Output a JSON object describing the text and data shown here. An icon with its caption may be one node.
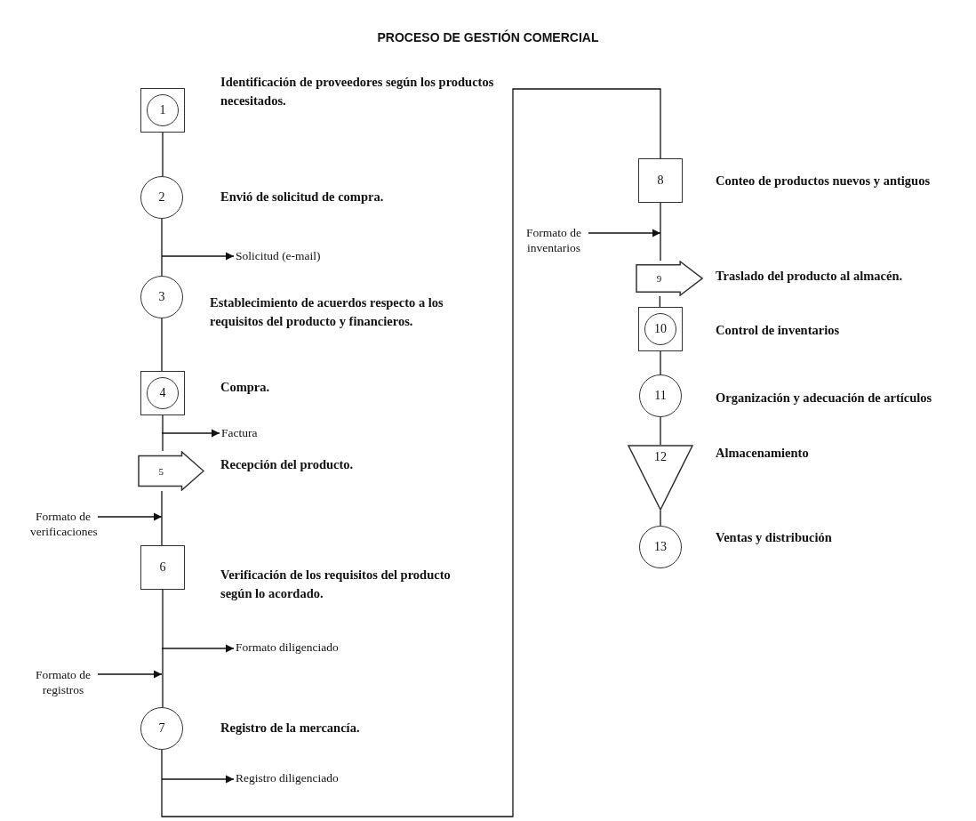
{
  "diagram": {
    "title": "PROCESO DE GESTIÓN COMERCIAL",
    "nodes": [
      {
        "text": [
          "1"
        ],
        "beside": [
          "Identificación de proveedores según los productos necesitados."
        ]
      },
      {
        "text": [
          "2"
        ],
        "beside": [
          "Envió de solicitud de compra."
        ]
      },
      {
        "text": [
          "Solicitud (e-mail)"
        ]
      },
      {
        "text": [
          "3"
        ],
        "beside": [
          "Establecimiento de acuerdos respecto a los requisitos del producto y financieros."
        ]
      },
      {
        "text": [
          "4"
        ],
        "beside": [
          "Compra."
        ]
      },
      {
        "text": [
          "Factura"
        ]
      },
      {
        "text": [
          "5"
        ],
        "beside": [
          "Recepción del producto."
        ]
      },
      {
        "text": [
          "Formato de verificaciones"
        ]
      },
      {
        "text": [
          "6"
        ],
        "beside": [
          "Verificación de los requisitos del producto según lo acordado."
        ]
      },
      {
        "text": [
          "Formato diligenciado"
        ]
      },
      {
        "text": [
          "Formato de registros"
        ]
      },
      {
        "text": [
          "7"
        ],
        "beside": [
          "Registro de la mercancía."
        ]
      },
      {
        "text": [
          "Registro diligenciado"
        ]
      },
      {
        "text": [
          "8"
        ],
        "beside": [
          "Conteo de productos nuevos y antiguos"
        ]
      },
      {
        "text": [
          "Formato de inventarios"
        ]
      },
      {
        "text": [
          "9"
        ],
        "beside": [
          "Traslado del producto al almacén."
        ]
      },
      {
        "text": [
          "10"
        ],
        "beside": [
          "Control de inventarios"
        ]
      },
      {
        "text": [
          "11"
        ],
        "beside": [
          "Organización y adecuación de artículos"
        ]
      },
      {
        "text": [
          "12"
        ],
        "beside": [
          "Almacenamiento"
        ]
      },
      {
        "text": [
          "13"
        ],
        "beside": [
          "Ventas y distribución"
        ]
      }
    ],
    "edges": [
      {
        "from": 0,
        "to": 1,
        "arrow": "none"
      },
      {
        "from": 1,
        "to": 3,
        "arrow": "none"
      },
      {
        "from": null,
        "to": 2,
        "arrow": "to"
      },
      {
        "from": 3,
        "to": 4,
        "arrow": "none"
      },
      {
        "from": null,
        "to": 5,
        "arrow": "to"
      },
      {
        "from": 4,
        "to": 6,
        "arrow": "none"
      },
      {
        "from": 7,
        "to": null,
        "arrow": "to"
      },
      {
        "from": 6,
        "to": 8,
        "arrow": "none"
      },
      {
        "from": null,
        "to": 9,
        "arrow": "to"
      },
      {
        "from": 10,
        "to": null,
        "arrow": "to"
      },
      {
        "from": 8,
        "to": 11,
        "arrow": "none"
      },
      {
        "from": null,
        "to": 12,
        "arrow": "to"
      },
      {
        "from": 11,
        "to": 13,
        "arrow": "none"
      },
      {
        "from": 14,
        "to": null,
        "arrow": "to"
      },
      {
        "from": 13,
        "to": 15,
        "arrow": "none"
      },
      {
        "from": 15,
        "to": 16,
        "arrow": "none"
      },
      {
        "from": 16,
        "to": 17,
        "arrow": "none"
      },
      {
        "from": 17,
        "to": 18,
        "arrow": "none"
      },
      {
        "from": 18,
        "to": 19,
        "arrow": "none"
      }
    ]
  }
}
